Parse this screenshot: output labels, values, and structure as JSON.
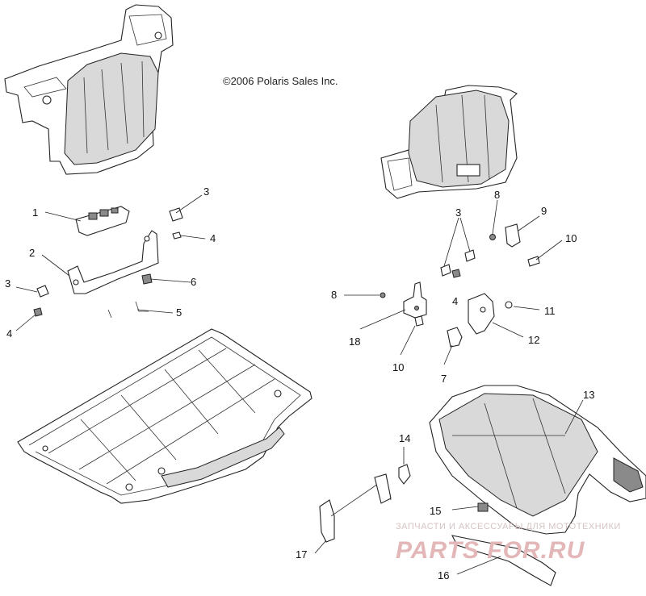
{
  "copyright": "©2006 Polaris Sales Inc.",
  "watermark": {
    "tagline": "ЗАПЧАСТИ И АКСЕССУАРЫ ДЛЯ МОТОТЕХНИКИ",
    "logo_text": "PARTS FOR.RU"
  },
  "callouts": [
    "1",
    "2",
    "3",
    "3",
    "3",
    "4",
    "4",
    "4",
    "5",
    "6",
    "7",
    "8",
    "8",
    "9",
    "10",
    "10",
    "11",
    "12",
    "13",
    "14",
    "15",
    "16",
    "17",
    "18"
  ]
}
